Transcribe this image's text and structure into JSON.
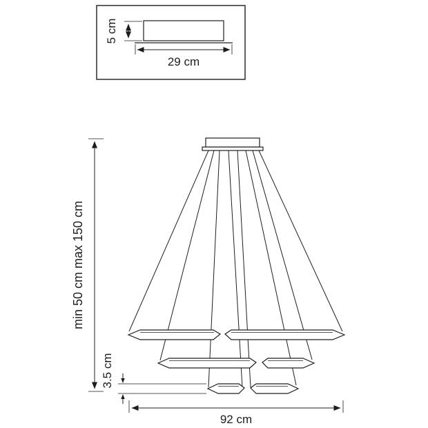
{
  "style": {
    "line_color": "#1d1d1b",
    "background_color": "#ffffff"
  },
  "inset": {
    "width_label": "29 cm",
    "height_label": "5 cm"
  },
  "drawing": {
    "suspension_label": "min 50 cm max 150 cm",
    "ring_height_label": "3.5 cm",
    "diameter_label": "92 cm"
  }
}
